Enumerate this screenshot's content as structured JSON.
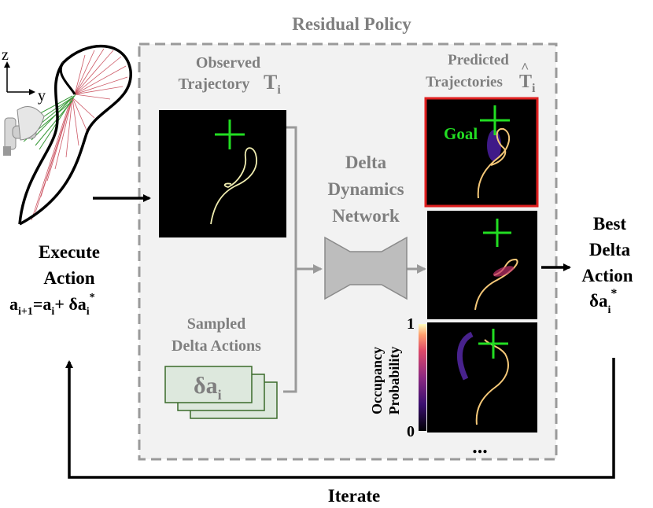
{
  "title": "Residual Policy",
  "axes": {
    "z": "z",
    "y": "y"
  },
  "observed": {
    "line1": "Observed",
    "line2": "Trajectory",
    "symbol": "T",
    "sub": "i"
  },
  "predicted": {
    "line1": "Predicted",
    "line2": "Trajectories",
    "symbol": "T",
    "hat": "^",
    "sub": "i"
  },
  "goal_label": "Goal",
  "network": {
    "line1": "Delta",
    "line2": "Dynamics",
    "line3": "Network"
  },
  "sampled": {
    "line1": "Sampled",
    "line2": "Delta Actions"
  },
  "delta_card": {
    "symbol": "δa",
    "sub": "i"
  },
  "colorbar": {
    "label_line1": "Occupancy",
    "label_line2": "Probability",
    "max": "1",
    "min": "0"
  },
  "ellipsis": "...",
  "execute": {
    "line1": "Execute",
    "line2": "Action",
    "a1": "a",
    "a1_sub": "i+1",
    "eq": "=a",
    "a2_sub": "i",
    "plus": "+ δa",
    "a3_sub": "i",
    "star": "*"
  },
  "best": {
    "line1": "Best",
    "line2": "Delta",
    "line3": "Action",
    "sym": "δa",
    "sub": "i",
    "star": "*"
  },
  "iterate": "Iterate",
  "colors": {
    "goal": "#22dd22",
    "highlight": "#e02020",
    "panel_border": "#9a9a9a",
    "card": "#dde8dd",
    "card_border": "#3a6a2a"
  }
}
